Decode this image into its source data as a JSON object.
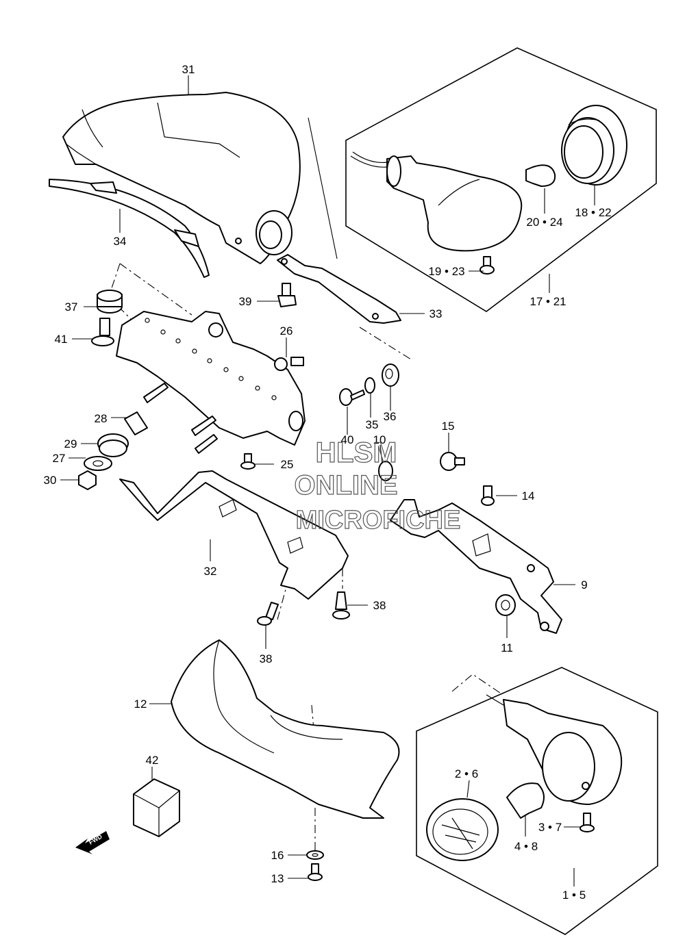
{
  "labels": {
    "p31": "31",
    "p34": "34",
    "p37": "37",
    "p41": "41",
    "p39": "39",
    "p26": "26",
    "p33": "33",
    "p19_23": "19 • 23",
    "p17_21": "17 • 21",
    "p20_24": "20 • 24",
    "p18_22": "18 • 22",
    "p28": "28",
    "p29": "29",
    "p27": "27",
    "p30": "30",
    "p25": "25",
    "p40": "40",
    "p35": "35",
    "p36": "36",
    "p10": "10",
    "p15": "15",
    "p14": "14",
    "p9": "9",
    "p11": "11",
    "p32": "32",
    "p38a": "38",
    "p38b": "38",
    "p12": "12",
    "p42": "42",
    "p2_6": "2 • 6",
    "p3_7": "3 • 7",
    "p4_8": "4 • 8",
    "p16": "16",
    "p13": "13",
    "p1_5": "1 • 5"
  },
  "watermark": {
    "line1": "HLSM",
    "line2": "ONLINE",
    "line3": "MICROFICHE"
  },
  "fwd_arrow": "FWD",
  "colors": {
    "ink": "#000000",
    "paper": "#ffffff",
    "watermark": "#555555"
  }
}
